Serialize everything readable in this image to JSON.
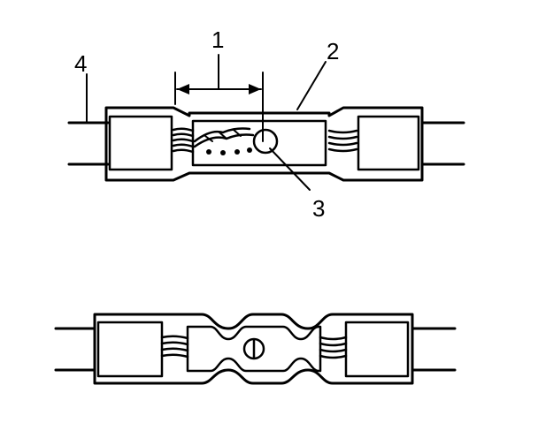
{
  "callouts": {
    "strip_length": "1",
    "splice_sleeve": "2",
    "inspection_hole": "3",
    "wire": "4"
  },
  "colors": {
    "ink": "#000000",
    "background": "#ffffff"
  }
}
